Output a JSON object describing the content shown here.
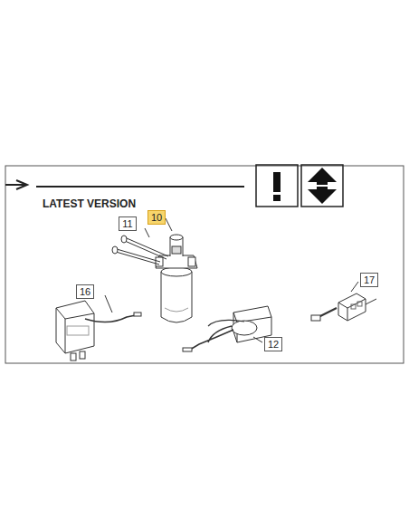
{
  "diagram": {
    "title": "LATEST VERSION",
    "labels": [
      "10",
      "11",
      "16",
      "12",
      "17"
    ]
  }
}
